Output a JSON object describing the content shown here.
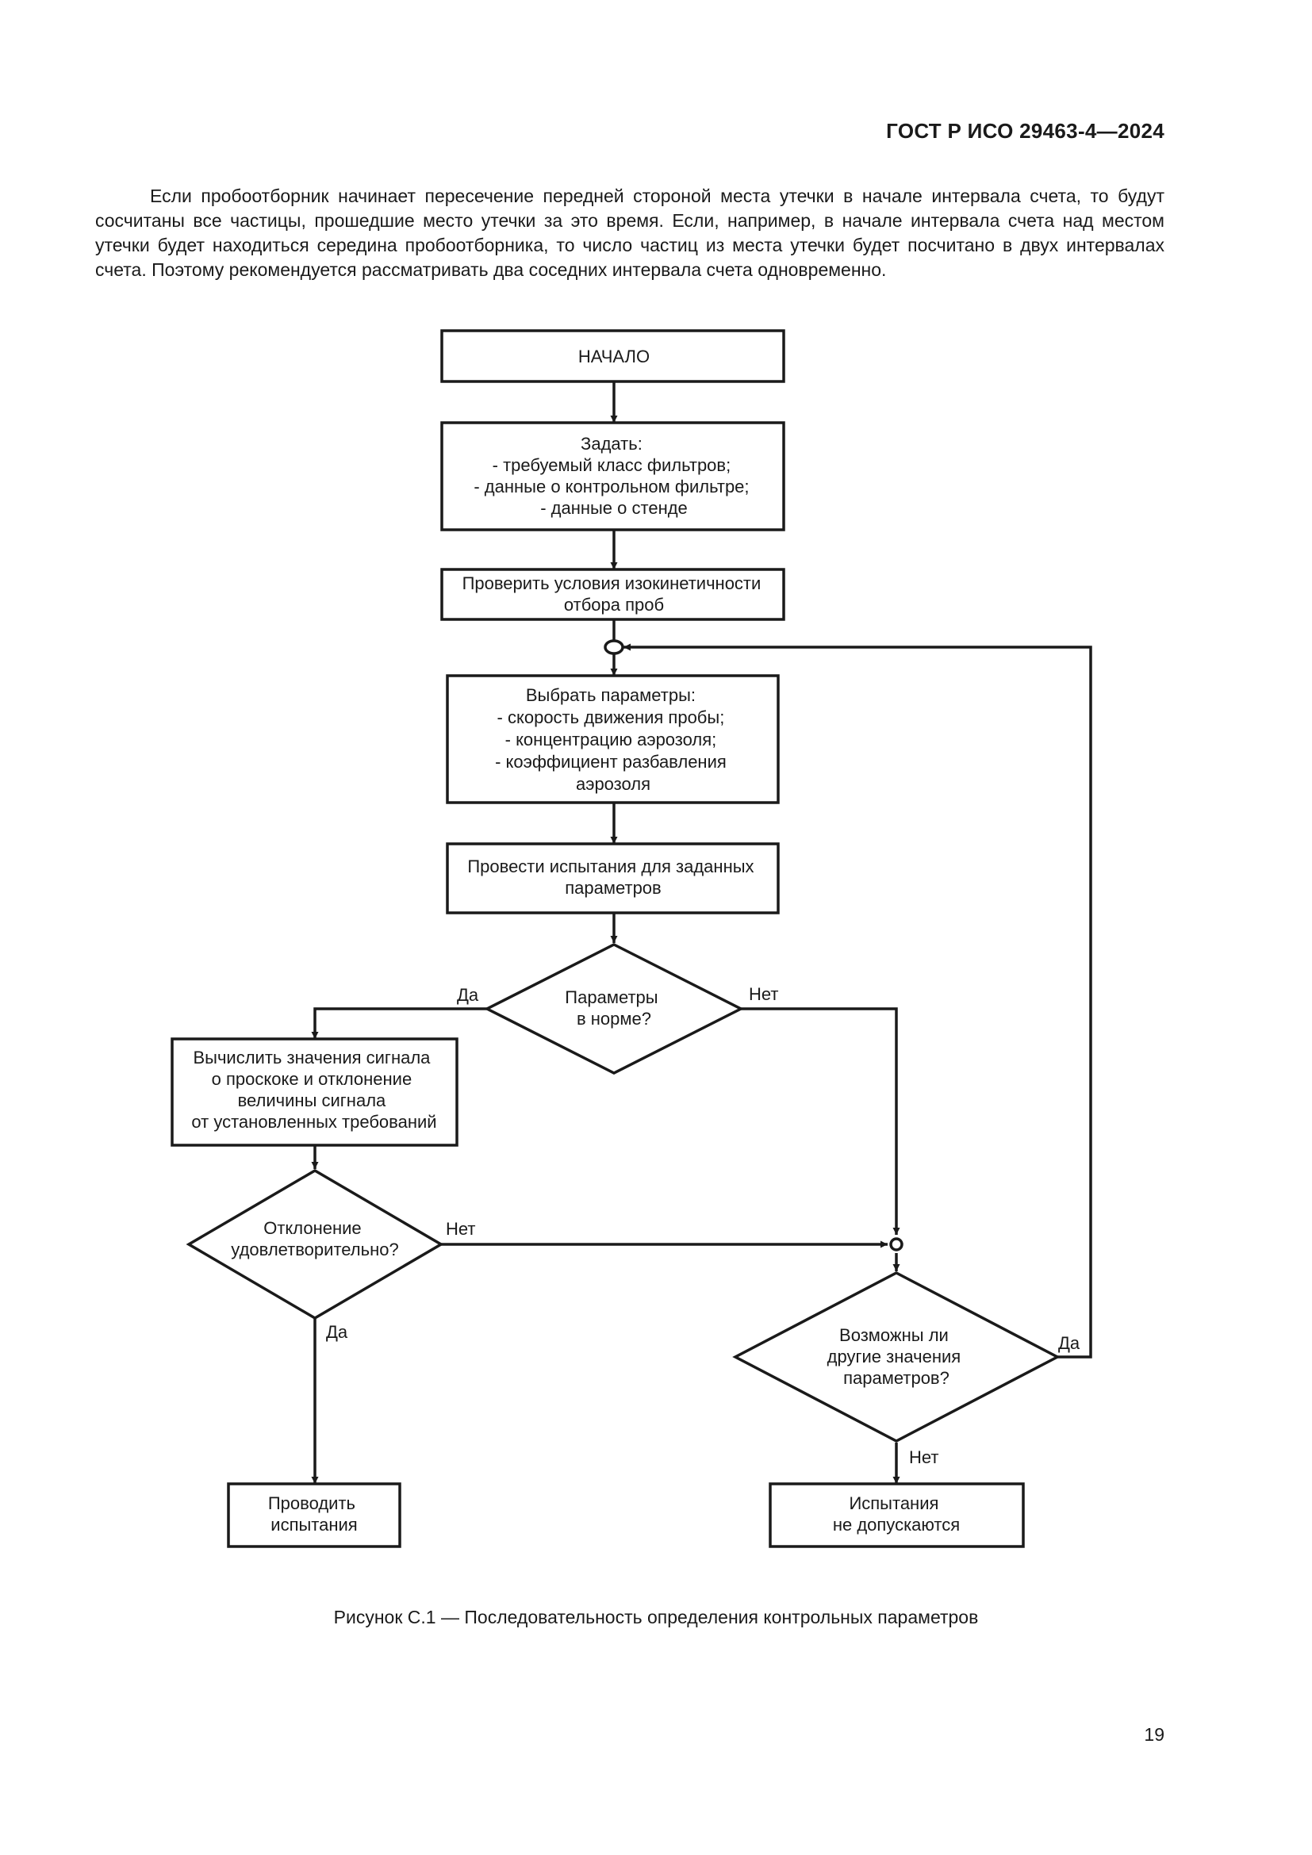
{
  "header": {
    "code": "ГОСТ Р ИСО 29463-4—2024"
  },
  "paragraph": {
    "text": "Если пробоотборник начинает пересечение передней стороной места утечки в начале интервала счета, то будут сосчитаны все частицы, прошедшие место утечки за это время. Если, например, в начале интервала счета над местом утечки будет находиться середина пробоотборника, то число частиц из места утечки будет посчитано в двух интервалах счета. Поэтому рекомендуется рассматривать два соседних интервала счета одновременно."
  },
  "flowchart": {
    "start": {
      "lines": [
        "НАЧАЛО"
      ]
    },
    "set": {
      "lines": [
        "Задать:",
        "- требуемый класс фильтров;",
        "- данные о контрольном фильтре;",
        "- данные о стенде"
      ]
    },
    "check": {
      "lines": [
        "Проверить условия изокинетичности",
        "отбора проб"
      ]
    },
    "choose": {
      "lines": [
        "Выбрать параметры:",
        "- скорость движения пробы;",
        "- концентрацию аэрозоля;",
        "- коэффициент разбавления",
        "аэрозоля"
      ]
    },
    "test": {
      "lines": [
        "Провести испытания для заданных",
        "параметров"
      ]
    },
    "decision_norm": {
      "lines": [
        "Параметры",
        "в норме?"
      ]
    },
    "compute": {
      "lines": [
        "Вычислить значения сигнала",
        "о проскоке и отклонение",
        "величины сигнала",
        "от установленных требований"
      ]
    },
    "decision_deviation": {
      "lines": [
        "Отклонение",
        "удовлетворительно?"
      ]
    },
    "decision_other": {
      "lines": [
        "Возможны ли",
        "другие значения",
        "параметров?"
      ]
    },
    "conduct": {
      "lines": [
        "Проводить",
        "испытания"
      ]
    },
    "not_allowed": {
      "lines": [
        "Испытания",
        "не допускаются"
      ]
    },
    "labels": {
      "norm_yes": "Да",
      "norm_no": "Нет",
      "deviation_no": "Нет",
      "deviation_yes": "Да",
      "other_yes": "Да",
      "other_no": "Нет"
    }
  },
  "caption": "Рисунок С.1 — Последовательность определения контрольных параметров",
  "page_number": "19"
}
